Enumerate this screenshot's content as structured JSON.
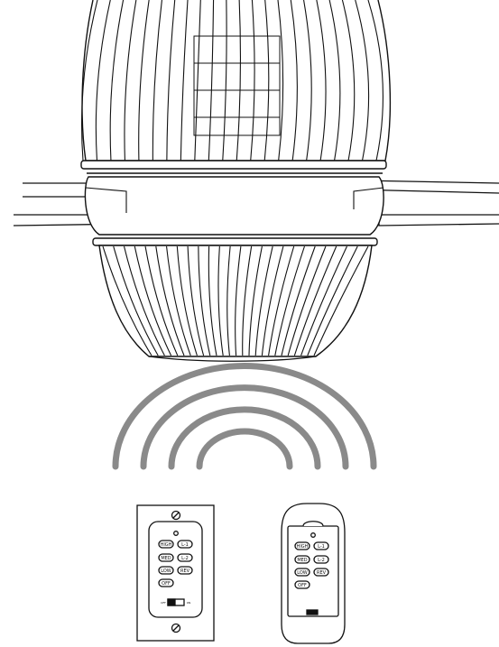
{
  "colors": {
    "line": "#111111",
    "signal_waves": "#8a8a8a",
    "background": "#ffffff"
  },
  "signal_waves": {
    "count": 4
  },
  "wall_control": {
    "buttons": {
      "high": "HIGH",
      "light1": "L-1",
      "med": "MED",
      "light2": "L-2",
      "low": "LOW",
      "rev": "REV",
      "off": "OFF"
    },
    "switch_left": "OFF",
    "switch_right": "ON"
  },
  "handheld_remote": {
    "buttons": {
      "high": "HIGH",
      "light1": "L-1",
      "med": "MED",
      "light2": "L-2",
      "low": "LOW",
      "rev": "REV",
      "off": "OFF"
    }
  }
}
